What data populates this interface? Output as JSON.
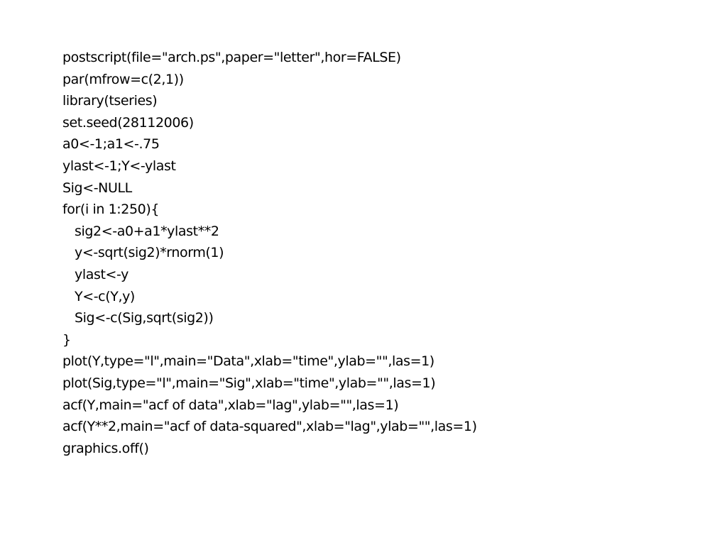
{
  "slide": {
    "lines": [
      {
        "text": "postscript(file=\"arch.ps\",paper=\"letter\",hor=FALSE)",
        "indent": false
      },
      {
        "text": "par(mfrow=c(2,1))",
        "indent": false
      },
      {
        "text": "library(tseries)",
        "indent": false
      },
      {
        "text": "set.seed(28112006)",
        "indent": false
      },
      {
        "text": "a0<-1;a1<-.75",
        "indent": false
      },
      {
        "text": "ylast<-1;Y<-ylast",
        "indent": false
      },
      {
        "text": "Sig<-NULL",
        "indent": false
      },
      {
        "text": "for(i in 1:250){",
        "indent": false
      },
      {
        "text": "sig2<-a0+a1*ylast**2",
        "indent": true
      },
      {
        "text": "y<-sqrt(sig2)*rnorm(1)",
        "indent": true
      },
      {
        "text": "ylast<-y",
        "indent": true
      },
      {
        "text": "Y<-c(Y,y)",
        "indent": true
      },
      {
        "text": "Sig<-c(Sig,sqrt(sig2))",
        "indent": true
      },
      {
        "text": "}",
        "indent": false
      },
      {
        "text": "plot(Y,type=\"l\",main=\"Data\",xlab=\"time\",ylab=\"\",las=1)",
        "indent": false
      },
      {
        "text": "plot(Sig,type=\"l\",main=\"Sig\",xlab=\"time\",ylab=\"\",las=1)",
        "indent": false
      },
      {
        "text": "acf(Y,main=\"acf of data\",xlab=\"lag\",ylab=\"\",las=1)",
        "indent": false
      },
      {
        "text": "acf(Y**2,main=\"acf of data-squared\",xlab=\"lag\",ylab=\"\",las=1)",
        "indent": false
      },
      {
        "text": "graphics.off()",
        "indent": false
      }
    ]
  }
}
